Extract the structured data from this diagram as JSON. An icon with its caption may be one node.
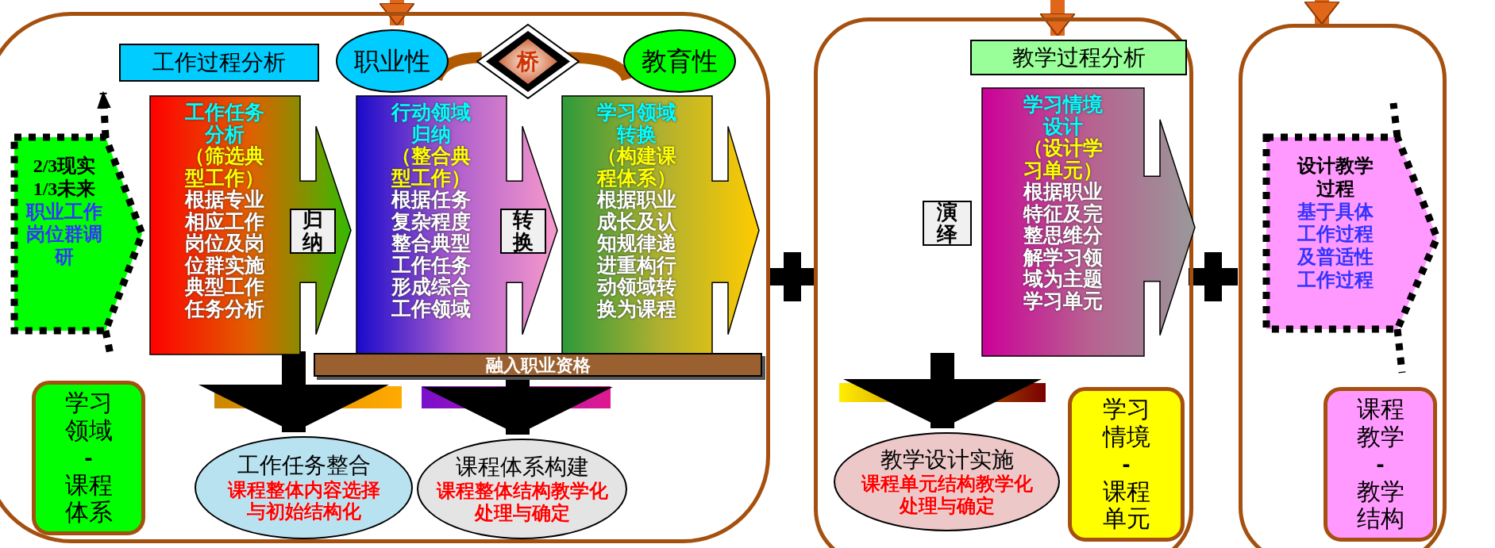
{
  "diagram": {
    "nodes": [
      {
        "text": [],
        "shape": "box"
      },
      {
        "text": [],
        "shape": "box"
      },
      {
        "text": [],
        "shape": "box"
      },
      {
        "text": [
          "工作过程分析"
        ],
        "in": 0
      },
      {
        "text": [
          "职业性"
        ],
        "in": 0
      },
      {
        "text": [
          "桥"
        ],
        "in": 0
      },
      {
        "text": [
          "教育性"
        ],
        "in": 0
      },
      {
        "text": [
          "2/3现实",
          "1/3未来",
          "职业工作岗位群调研"
        ],
        "in": 0
      },
      {
        "text": [
          "工作任务分析",
          "（筛选典型工作）",
          "根据专业相应工作岗位及岗位群实施典型工作任务分析"
        ],
        "in": 0
      },
      {
        "text": [
          "归纳"
        ],
        "in": 8
      },
      {
        "text": [
          "行动领域归纳",
          "（整合典型工作）",
          "根据任务复杂程度整合典型工作任务形成综合工作领域"
        ],
        "in": 0
      },
      {
        "text": [
          "转换"
        ],
        "in": 10
      },
      {
        "text": [
          "学习领域转换",
          "（构建课程体系）",
          "根据职业成长及认知规律递进重构行动领域转换为课程"
        ],
        "in": 0
      },
      {
        "text": [
          "融入职业资格"
        ],
        "in": 0
      },
      {
        "text": [
          "学习领域",
          "-",
          "课程体系"
        ],
        "in": 0
      },
      {
        "text": [
          "工作任务整合",
          "课程整体内容选择与初始结构化"
        ],
        "in": 0
      },
      {
        "text": [
          "课程体系构建",
          "课程整体结构教学化处理与确定"
        ],
        "in": 0
      },
      {
        "text": [
          "教学过程分析"
        ],
        "in": 1
      },
      {
        "text": [
          "演绎"
        ],
        "in": 1
      },
      {
        "text": [
          "学习情境设计",
          "（设计学习单元）",
          "根据职业特征及完整思维分解学习领域为主题学习单元"
        ],
        "in": 1
      },
      {
        "text": [
          "教学设计实施",
          "课程单元结构教学化处理与确定"
        ],
        "in": 1
      },
      {
        "text": [
          "学习情境",
          "-",
          "课程单元"
        ],
        "in": 1
      },
      {
        "text": [
          "设计教学过程",
          "基于具体工作过程及普适性工作过程"
        ],
        "in": 2
      },
      {
        "text": [
          "课程教学",
          "-",
          "教学结构"
        ],
        "in": 2
      }
    ],
    "edges": [
      {
        "from": null,
        "to": 4,
        "arrow": "to",
        "color": "#e0661a"
      },
      {
        "from": null,
        "to": 17,
        "arrow": "to",
        "color": "#e0661a"
      },
      {
        "from": null,
        "to": 2,
        "arrow": "to",
        "color": "#e0661a"
      },
      {
        "from": 4,
        "to": 5,
        "arrow": "none",
        "color": "#b35a00"
      },
      {
        "from": 5,
        "to": 6,
        "arrow": "none",
        "color": "#b35a00"
      },
      {
        "from": 8,
        "to": 15,
        "arrow": "to",
        "color": "#000000"
      },
      {
        "from": 13,
        "to": 16,
        "arrow": "to",
        "color": "#000000"
      },
      {
        "from": null,
        "to": 20,
        "arrow": "to",
        "color": "#000000"
      }
    ]
  }
}
